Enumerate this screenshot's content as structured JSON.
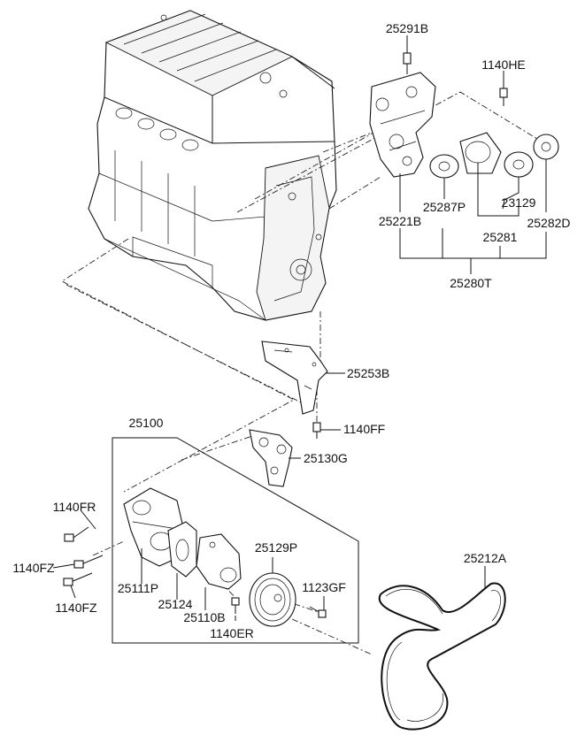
{
  "labels": {
    "p25291B": "25291B",
    "p1140HE": "1140HE",
    "p25287P": "25287P",
    "p23129": "23129",
    "p25221B": "25221B",
    "p25281": "25281",
    "p25282D": "25282D",
    "p25280T": "25280T",
    "p25253B": "25253B",
    "p1140FF": "1140FF",
    "p25100": "25100",
    "p25130G": "25130G",
    "p1140FR": "1140FR",
    "p1140FZ_a": "1140FZ",
    "p1140FZ_b": "1140FZ",
    "p25111P": "25111P",
    "p25124": "25124",
    "p25110B": "25110B",
    "p1140ER": "1140ER",
    "p25129P": "25129P",
    "p1123GF": "1123GF",
    "p25212A": "25212A"
  }
}
